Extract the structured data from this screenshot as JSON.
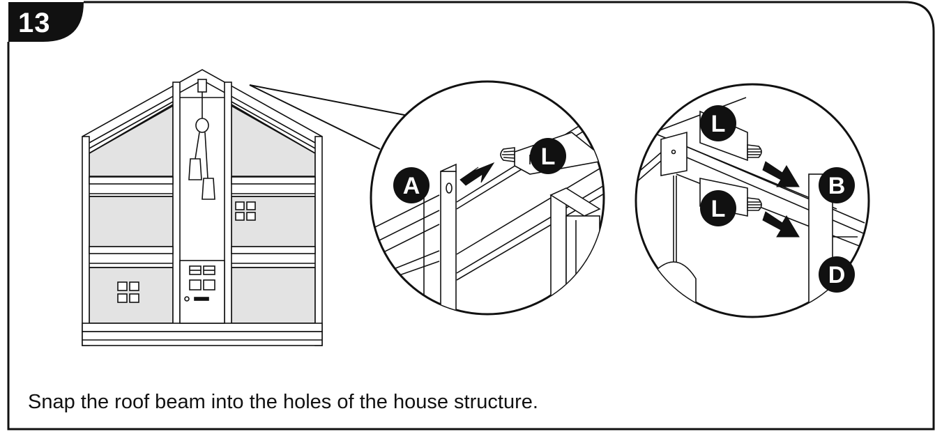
{
  "step": {
    "number": "13"
  },
  "caption": "Snap the roof beam into the holes of the house structure.",
  "labels": {
    "detail_left": {
      "peg": "L",
      "hole": "A"
    },
    "detail_right": {
      "peg_top": "L",
      "peg_bottom": "L",
      "hole_top": "B",
      "hole_bottom": "D"
    }
  },
  "colors": {
    "ink": "#111111",
    "panel_fill": "#e3e3e3",
    "paper": "#ffffff"
  }
}
